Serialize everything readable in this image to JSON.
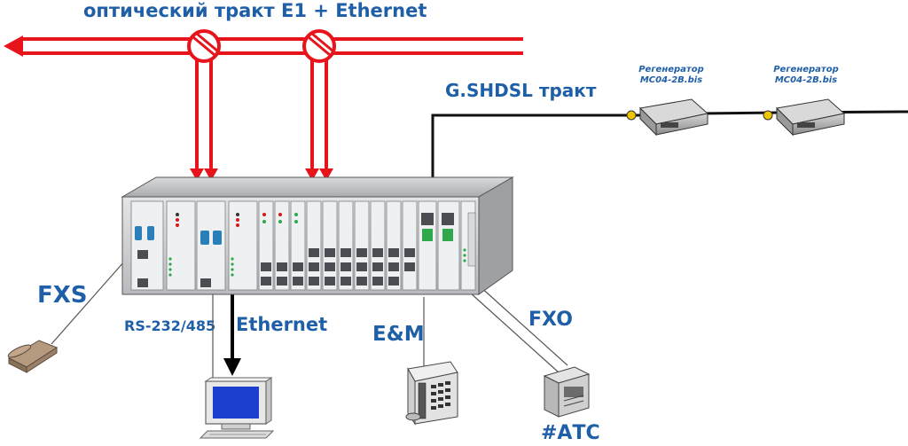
{
  "labels": {
    "optical": "оптический тракт E1 + Ethernet",
    "shdsl": "G.SHDSL тракт",
    "fxs": "FXS",
    "rs": "RS-232/485",
    "ethernet": "Ethernet",
    "em": "E&M",
    "fxo": "FXO",
    "atc": "#АТС"
  },
  "regenerators": [
    {
      "name": "Регенератор",
      "model": "MC04-2B.bis"
    },
    {
      "name": "Регенератор",
      "model": "MC04-2B.bis"
    }
  ],
  "colors": {
    "optical": "#e8141b",
    "label": "#1f5fa8",
    "chassis": "#c9cacc"
  }
}
